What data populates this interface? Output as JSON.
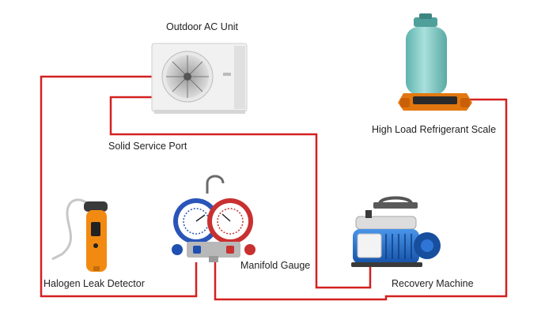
{
  "labels": {
    "outdoor_unit": "Outdoor AC Unit",
    "refrigerant_scale": "High Load Refrigerant Scale",
    "service_port": "Solid Service Port",
    "leak_detector": "Halogen Leak Detector",
    "manifold_gauge": "Manifold Gauge",
    "recovery_machine": "Recovery Machine"
  },
  "colors": {
    "connection_line": "#d42020",
    "ac_unit_body": "#f1f1f1",
    "cylinder": "#7ec9c5",
    "scale_base": "#e3770f",
    "leak_detector": "#f28a12",
    "gauge_ring": "#2a55b8",
    "pump_body": "#1f6fd2"
  },
  "icons": {
    "outdoor_unit": "outdoor-ac-unit-icon",
    "refrigerant_scale": "refrigerant-scale-icon",
    "leak_detector": "leak-detector-icon",
    "manifold_gauge": "manifold-gauge-icon",
    "recovery_machine": "recovery-machine-icon"
  }
}
